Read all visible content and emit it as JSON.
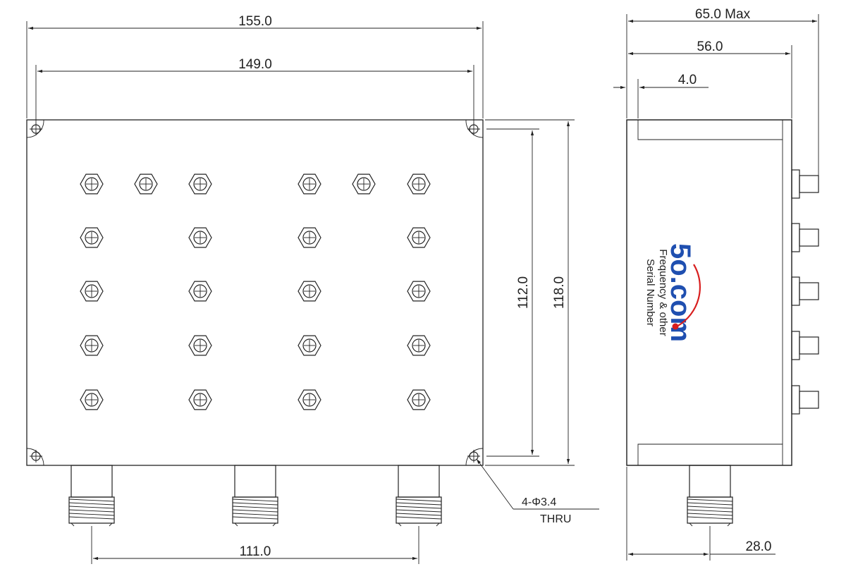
{
  "front_view": {
    "dim_overall_width": "155.0",
    "dim_hole_spacing_width": "149.0",
    "dim_hole_spacing_height": "112.0",
    "dim_overall_height": "118.0",
    "dim_connector_spacing": "111.0",
    "hole_note_line1": "4-Φ3.4",
    "hole_note_line2": "THRU"
  },
  "side_view": {
    "dim_max_depth": "65.0 Max",
    "dim_body_depth": "56.0",
    "dim_lip": "4.0",
    "dim_connector_offset": "28.0",
    "label_line1": "Frequency & other",
    "label_line2": "Serial Number",
    "logo_text": "5o.com"
  },
  "colors": {
    "line": "#222222",
    "logo_blue": "#1f4fb0",
    "logo_red": "#d81e1e"
  }
}
